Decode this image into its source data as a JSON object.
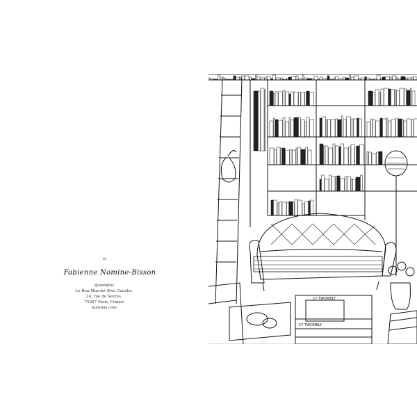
{
  "left_page": {
    "page_number": "16",
    "artist_name": "Fabienne Nomine-Bisson",
    "info_lines": [
      "@nomibis",
      "Le Bon Marché Rive Gauche,",
      "24, rue de Sèvres,",
      "75007 Paris, France",
      "nomibis.com"
    ]
  },
  "illustration": {
    "book_titles": [
      "CY TWOMBLY",
      "CY TWOMBLY"
    ],
    "style": "black line drawing on white"
  }
}
